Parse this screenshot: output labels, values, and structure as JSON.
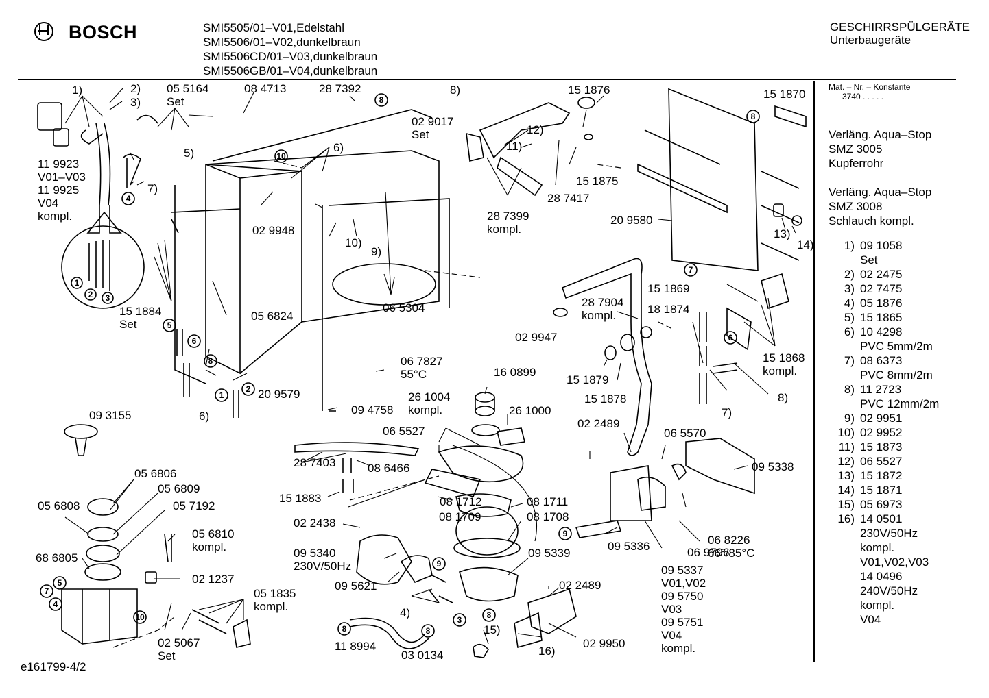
{
  "header": {
    "brand": "BOSCH",
    "models": [
      "SMI5505/01–V01,Edelstahl",
      "SMI5506/01–V02,dunkelbraun",
      "SMI5506CD/01–V03,dunkelbraun",
      "SMI5506GB/01–V04,dunkelbraun"
    ],
    "category": "GESCHIRRSPÜLGERÄTE",
    "subcategory": "Unterbaugeräte"
  },
  "sidebar": {
    "mat_label": "Mat. – Nr. – Konstante",
    "mat_value": "3740  .  .  .  .  .",
    "notes": [
      [
        "Verläng. Aqua–Stop",
        "SMZ 3005",
        "Kupferrohr"
      ],
      [
        "Verläng. Aqua–Stop",
        "SMZ 3008",
        "Schlauch kompl."
      ]
    ]
  },
  "parts_list": [
    {
      "num": "1)",
      "lines": [
        "09 1058",
        "Set"
      ]
    },
    {
      "num": "2)",
      "lines": [
        "02 2475"
      ]
    },
    {
      "num": "3)",
      "lines": [
        "02 7475"
      ]
    },
    {
      "num": "4)",
      "lines": [
        "05 1876"
      ]
    },
    {
      "num": "5)",
      "lines": [
        "15 1865"
      ]
    },
    {
      "num": "6)",
      "lines": [
        "10 4298",
        "PVC 5mm/2m"
      ]
    },
    {
      "num": "7)",
      "lines": [
        "08 6373",
        "PVC 8mm/2m"
      ]
    },
    {
      "num": "8)",
      "lines": [
        "11 2723",
        "PVC 12mm/2m"
      ]
    },
    {
      "num": "9)",
      "lines": [
        "02 9951"
      ]
    },
    {
      "num": "10)",
      "lines": [
        "02 9952"
      ]
    },
    {
      "num": "11)",
      "lines": [
        "15 1873"
      ]
    },
    {
      "num": "12)",
      "lines": [
        "06 5527"
      ]
    },
    {
      "num": "13)",
      "lines": [
        "15 1872"
      ]
    },
    {
      "num": "14)",
      "lines": [
        "15 1871"
      ]
    },
    {
      "num": "15)",
      "lines": [
        "05 6973"
      ]
    },
    {
      "num": "16)",
      "lines": [
        "14 0501",
        "230V/50Hz",
        "kompl.",
        "V01,V02,V03",
        "14 0496",
        "240V/50Hz",
        "kompl.",
        "V04"
      ]
    }
  ],
  "callouts": [
    "1)",
    "2)",
    "3)",
    "05 5164\nSet",
    "08 4713",
    "28 7392",
    "8)",
    "15 1876",
    "15 1870",
    "11 9923\nV01–V03\n11 9925\nV04\nkompl.",
    "5)",
    "7)",
    "6)",
    "02 9017\nSet",
    "12)",
    "11)",
    "28 7399\nkompl.",
    "28 7417",
    "15 1875",
    "02 9948",
    "10)",
    "9)",
    "20 9580",
    "13)",
    "14)",
    "15 1884\nSet",
    "05 6824",
    "06 5304",
    "28 7904\nkompl.",
    "18 1874",
    "15 1869",
    "02 9947",
    "15 1868\nkompl.",
    "7)",
    "8)",
    "20 9579",
    "6)",
    "06 7827\n55°C",
    "15 1879",
    "15 1878",
    "09 3155",
    "09 4758",
    "16 0899",
    "26 1004\nkompl.",
    "26 1000",
    "06 5527",
    "02 2489",
    "06 5570",
    "28 7403",
    "08 6466",
    "15 1883",
    "09 5338",
    "05 6806",
    "05 6809",
    "05 6808",
    "05 7192",
    "08 1712",
    "08 1711",
    "08 1709",
    "08 1708",
    "05 6810\nkompl.",
    "02 2438",
    "68 6805",
    "02 1237",
    "09 5340\n230V/50Hz",
    "09 5339",
    "09 5336",
    "06 8226\n66°/85°C",
    "06 9796",
    "09 5621",
    "02 2489",
    "09 5337\nV01,V02\n09 5750\nV03\n09 5751\nV04\nkompl.",
    "05 1835\nkompl.",
    "4)",
    "02 5067\nSet",
    "11 8994",
    "15)",
    "03 0134",
    "16)",
    "02 9950"
  ],
  "footer": {
    "ref": "e161799-4/2"
  }
}
